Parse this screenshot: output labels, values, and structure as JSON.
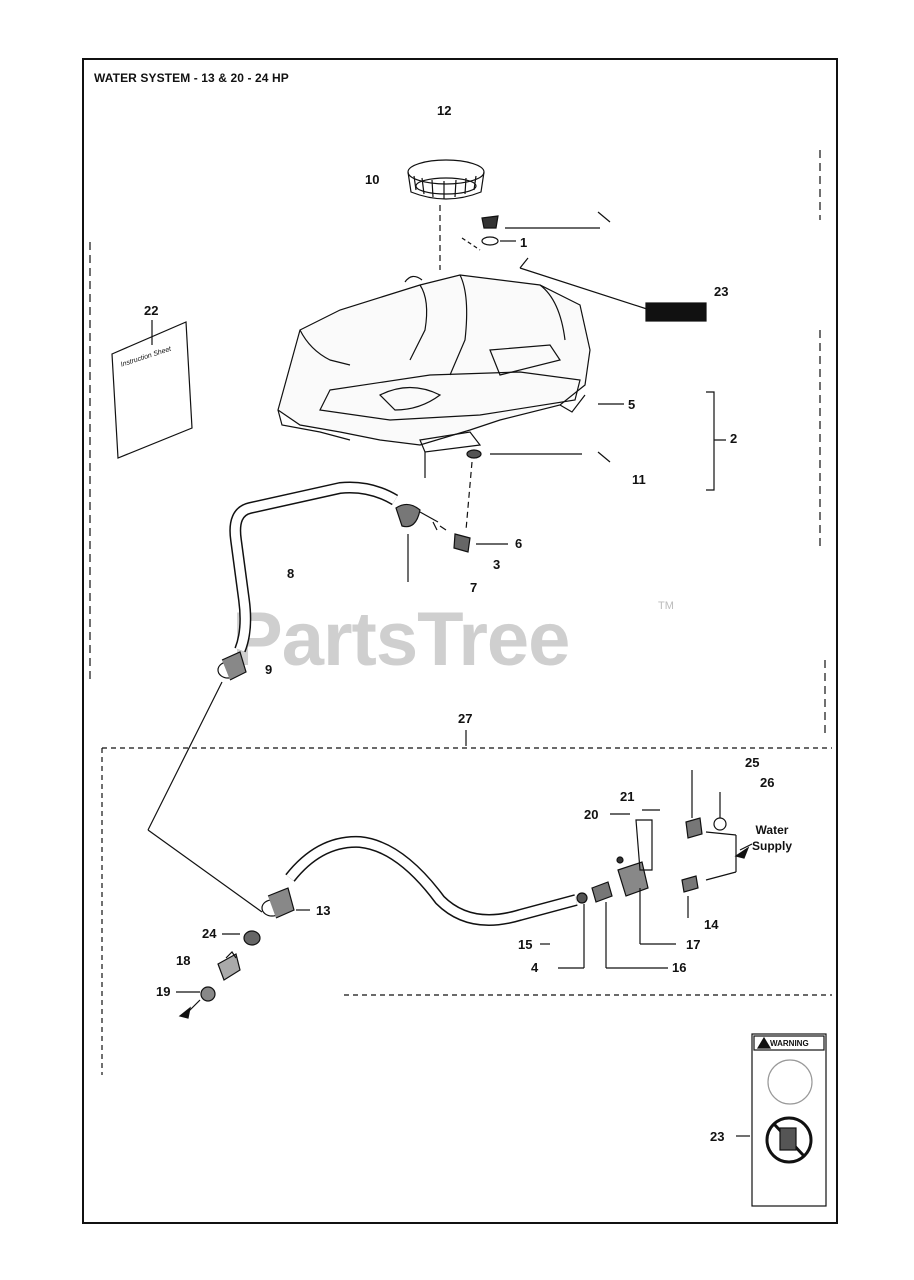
{
  "title": "WATER SYSTEM - 13 & 20 - 24 HP",
  "watermark": "PartsTree",
  "trademark": "TM",
  "water_supply": [
    "Water",
    "Supply"
  ],
  "instruction_sheet_text": "Instruction Sheet",
  "warning_label_title": "WARNING",
  "callouts": {
    "c12": "12",
    "c10": "10",
    "c1": "1",
    "c23a": "23",
    "c22": "22",
    "c5": "5",
    "c2": "2",
    "c11": "11",
    "c6": "6",
    "c3": "3",
    "c8": "8",
    "c7": "7",
    "c9": "9",
    "c27": "27",
    "c25": "25",
    "c26": "26",
    "c21": "21",
    "c20": "20",
    "c13": "13",
    "c14": "14",
    "c24": "24",
    "c15": "15",
    "c17": "17",
    "c18": "18",
    "c4": "4",
    "c16": "16",
    "c19": "19",
    "c23b": "23"
  }
}
